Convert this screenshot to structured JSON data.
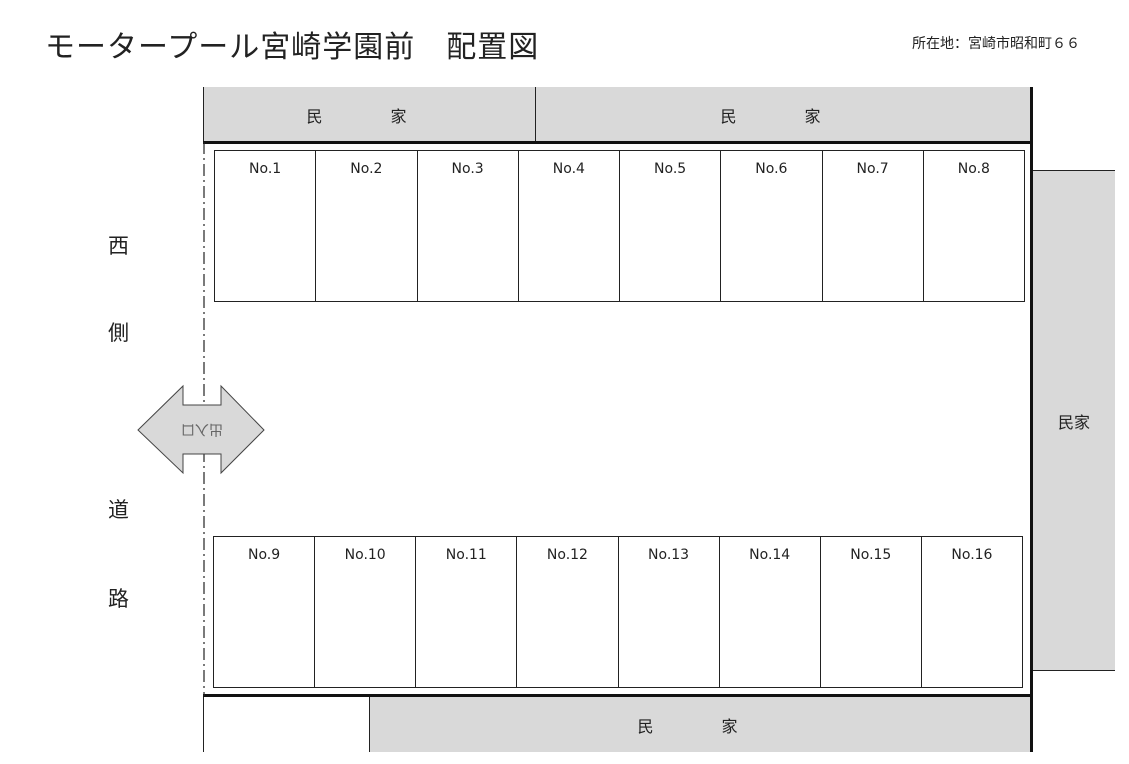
{
  "title": "モータープール宮崎学園前　配置図",
  "address": "所在地：宮崎市昭和町６６",
  "neighbors": {
    "top_left": "民　家",
    "top_right": "民　家",
    "right": "民家",
    "bottom": "民　家"
  },
  "road_label": [
    "西",
    "側",
    "道",
    "路"
  ],
  "entrance_label": "出入口",
  "top_slots": [
    "No.1",
    "No.2",
    "No.3",
    "No.4",
    "No.5",
    "No.6",
    "No.7",
    "No.8"
  ],
  "bottom_slots": [
    "No.9",
    "No.10",
    "No.11",
    "No.12",
    "No.13",
    "No.14",
    "No.15",
    "No.16"
  ],
  "colors": {
    "neighbor_fill": "#d9d9d9",
    "entrance_fill": "#d9d9d9"
  }
}
